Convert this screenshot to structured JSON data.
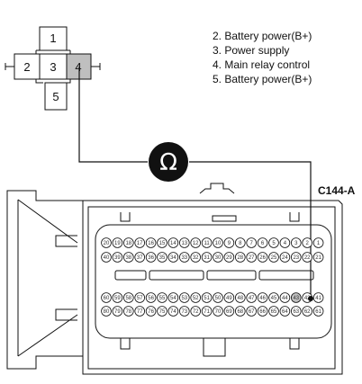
{
  "relay_connector": {
    "pins": [
      "1",
      "2",
      "3",
      "4",
      "5"
    ],
    "highlighted_pin": "4"
  },
  "legend": [
    "2. Battery power(B+)",
    "3. Power supply",
    "4. Main relay control",
    "5. Battery power(B+)"
  ],
  "meter": {
    "symbol": "Ω"
  },
  "ecm_connector": {
    "label": "C144-A",
    "rows": [
      [
        "20",
        "19",
        "18",
        "17",
        "16",
        "15",
        "14",
        "13",
        "12",
        "11",
        "10",
        "9",
        "8",
        "7",
        "6",
        "5",
        "4",
        "3",
        "2",
        "1"
      ],
      [
        "40",
        "39",
        "38",
        "37",
        "36",
        "35",
        "34",
        "33",
        "32",
        "31",
        "30",
        "29",
        "28",
        "27",
        "26",
        "25",
        "24",
        "23",
        "22",
        "21"
      ],
      [
        "60",
        "59",
        "58",
        "57",
        "56",
        "55",
        "54",
        "53",
        "52",
        "51",
        "50",
        "49",
        "48",
        "47",
        "46",
        "45",
        "44",
        "43",
        "42",
        "41"
      ],
      [
        "80",
        "79",
        "78",
        "77",
        "76",
        "75",
        "74",
        "73",
        "72",
        "71",
        "70",
        "69",
        "68",
        "67",
        "66",
        "65",
        "64",
        "63",
        "62",
        "61"
      ]
    ],
    "probe_pin": "43"
  },
  "colors": {
    "line": "#111111",
    "highlight": "#bfbfbf",
    "meter_fill": "#111111",
    "meter_symbol": "#ffffff"
  }
}
